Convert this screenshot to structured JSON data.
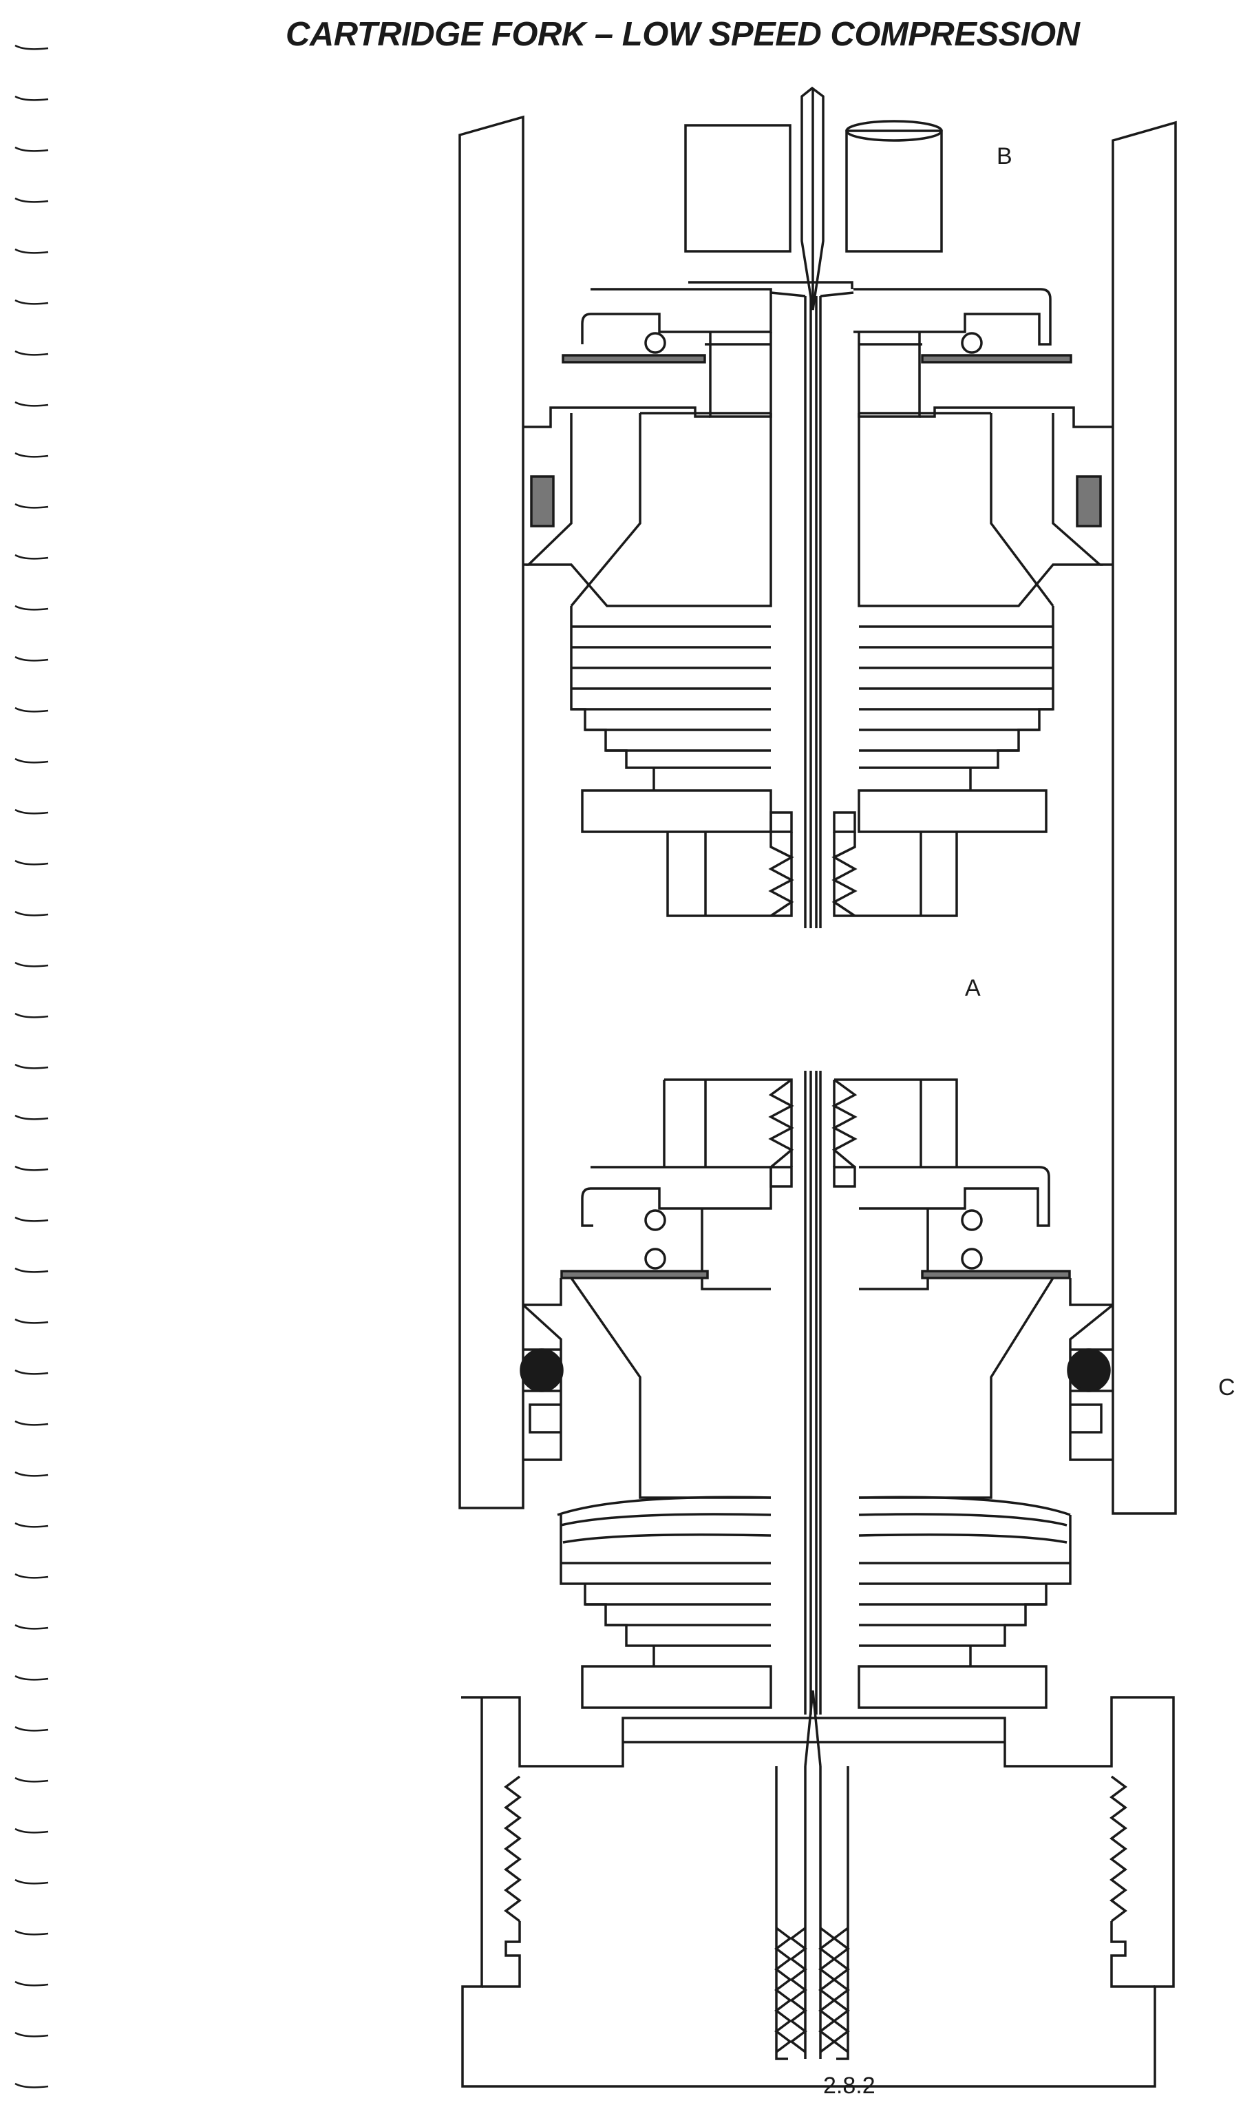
{
  "title": "CARTRIDGE FORK – LOW SPEED COMPRESSION",
  "callouts": {
    "b": "B",
    "a": "A",
    "c": "C"
  },
  "page_number": "2.8.2"
}
